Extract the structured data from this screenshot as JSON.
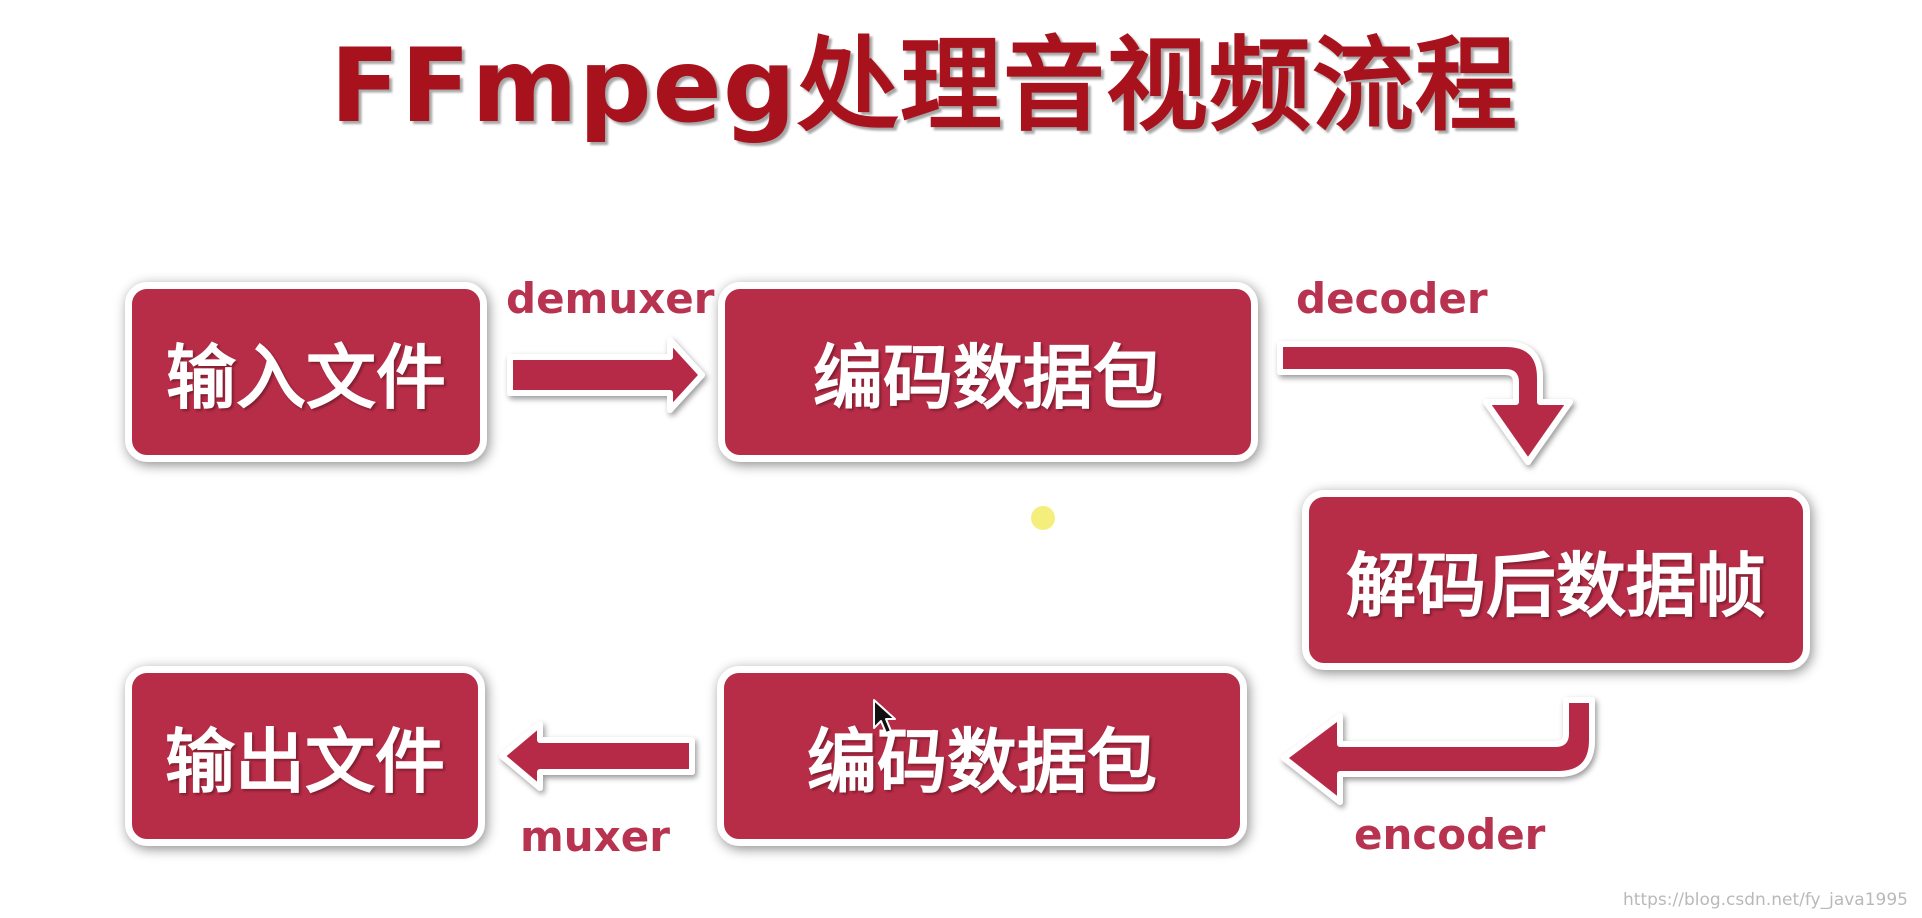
{
  "title": "FFmpeg处理音视频流程",
  "nodes": {
    "input_file": "输入文件",
    "encoded_packets_top": "编码数据包",
    "decoded_frames": "解码后数据帧",
    "encoded_packets_bottom": "编码数据包",
    "output_file": "输出文件"
  },
  "edges": {
    "demuxer": "demuxer",
    "decoder": "decoder",
    "encoder": "encoder",
    "muxer": "muxer"
  },
  "watermark": "https://blog.csdn.net/fy_java1995",
  "colors": {
    "title": "#a8121d",
    "node_fill": "#b72c46",
    "edge_label": "#b73350",
    "arrow_fill": "#b72c46"
  }
}
